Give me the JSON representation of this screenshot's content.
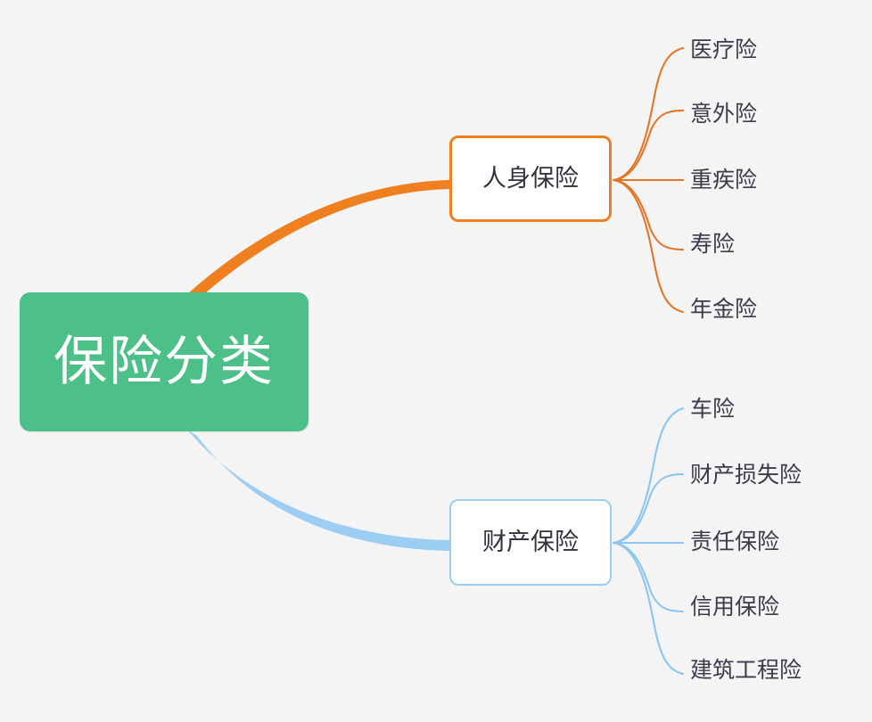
{
  "diagram": {
    "type": "mind-map",
    "title": "保险分类",
    "background_color": "#f4f4f4",
    "root": {
      "label": "保险分类",
      "fill_color": "#4cc088",
      "text_color": "#ffffff"
    },
    "branches": [
      {
        "label": "人身保险",
        "color": "#ef7f1f",
        "text_color": "#33333f",
        "fill_color": "#ffffff",
        "leaves": [
          {
            "label": "医疗险"
          },
          {
            "label": "意外险"
          },
          {
            "label": "重疾险"
          },
          {
            "label": "寿险"
          },
          {
            "label": "年金险"
          }
        ]
      },
      {
        "label": "财产保险",
        "color": "#9ccdf2",
        "text_color": "#33333f",
        "fill_color": "#ffffff",
        "leaves": [
          {
            "label": "车险"
          },
          {
            "label": "财产损失险"
          },
          {
            "label": "责任保险"
          },
          {
            "label": "信用保险"
          },
          {
            "label": "建筑工程险"
          }
        ]
      }
    ]
  }
}
